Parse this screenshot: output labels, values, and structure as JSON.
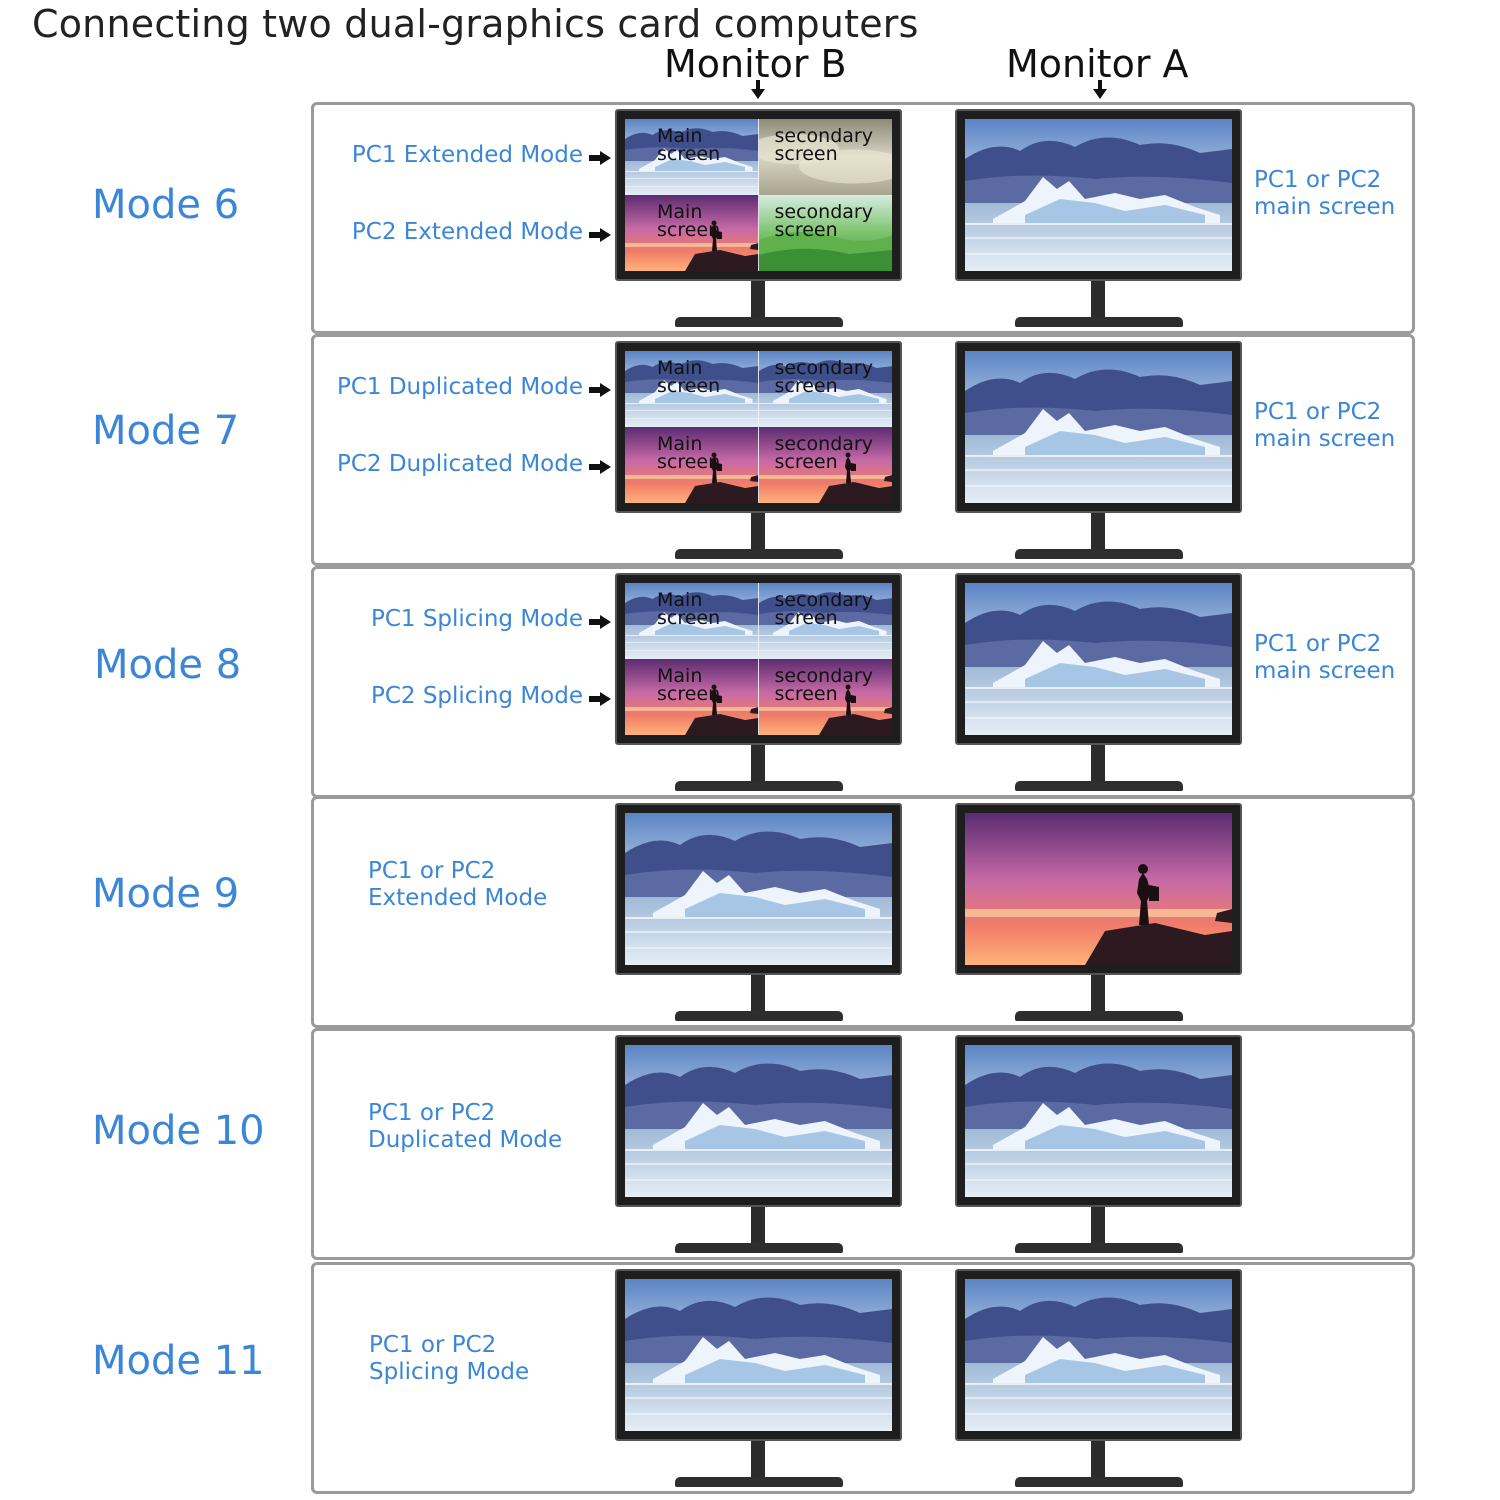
{
  "title": "Connecting two dual-graphics card computers",
  "monitor_headers": {
    "b": "Monitor B",
    "a": "Monitor A"
  },
  "screen_labels": {
    "main": "Main\nscreen",
    "secondary": "secondary\nscreen"
  },
  "image_names": {
    "glacier": "glacier-lake-image",
    "sunset": "sunset-hiker-image",
    "clouds": "beige-clouds-image",
    "green": "green-hills-image"
  },
  "rows": [
    {
      "mode": "Mode 6",
      "sub1": "PC1 Extended Mode",
      "sub2": "PC2 Extended Mode",
      "right_label": "PC1 or PC2\nmain screen"
    },
    {
      "mode": "Mode 7",
      "sub1": "PC1 Duplicated Mode",
      "sub2": "PC2 Duplicated Mode",
      "right_label": "PC1 or PC2\nmain screen"
    },
    {
      "mode": "Mode 8",
      "sub1": "PC1 Splicing Mode",
      "sub2": "PC2 Splicing Mode",
      "right_label": "PC1 or PC2\nmain screen"
    },
    {
      "mode": "Mode 9",
      "side_label": "PC1 or PC2\nExtended Mode"
    },
    {
      "mode": "Mode 10",
      "side_label": "PC1 or PC2\nDuplicated Mode"
    },
    {
      "mode": "Mode 11",
      "side_label": "PC1 or PC2\nSplicing Mode"
    }
  ]
}
